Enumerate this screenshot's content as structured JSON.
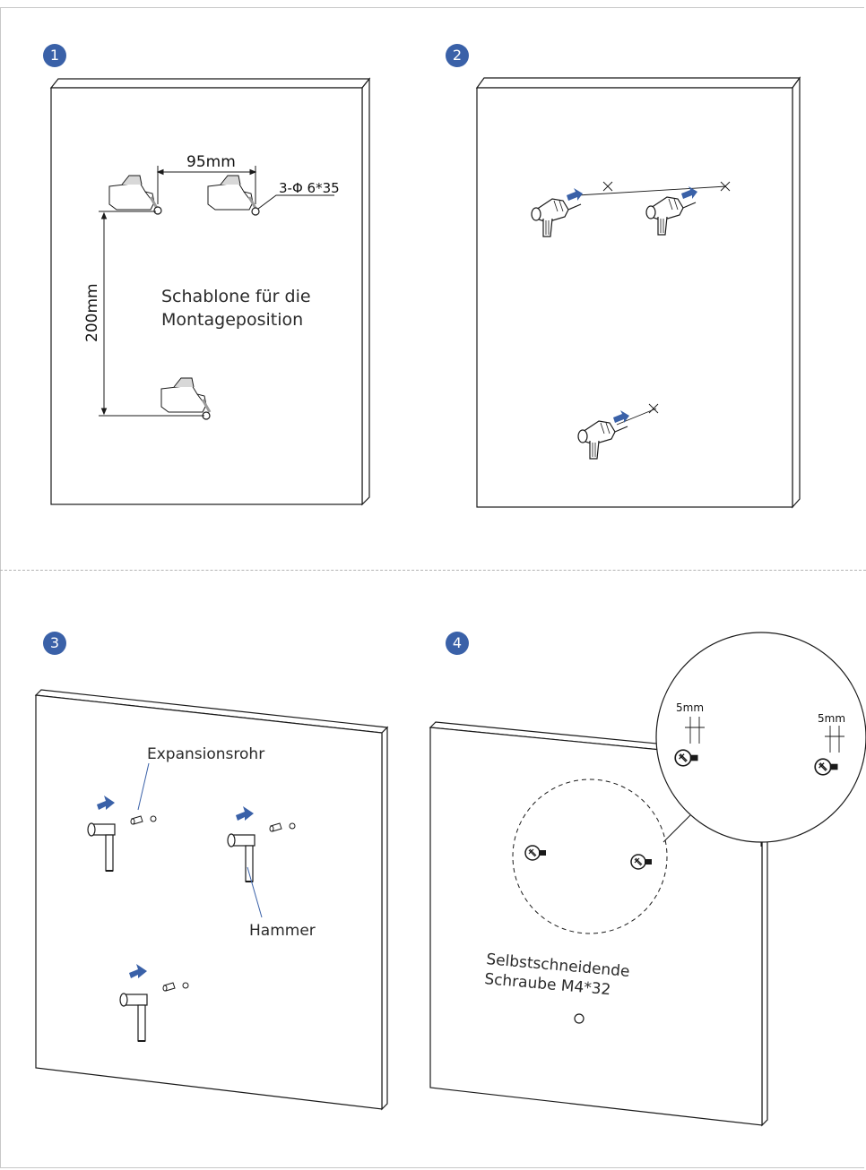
{
  "steps": [
    {
      "number": "1",
      "labels": {
        "width_dim": "95mm",
        "height_dim": "200mm",
        "hole_spec": "3-Φ 6*35",
        "template_line1": "Schablone für die",
        "template_line2": "Montageposition"
      }
    },
    {
      "number": "2"
    },
    {
      "number": "3",
      "labels": {
        "expansion": "Expansionsrohr",
        "hammer": "Hammer"
      }
    },
    {
      "number": "4",
      "labels": {
        "gap_left": "5mm",
        "gap_right": "5mm",
        "screw_line1": "Selbstschneidende",
        "screw_line2": "Schraube M4*32"
      }
    }
  ],
  "colors": {
    "badge": "#3a61a8",
    "arrow": "#3a61a8",
    "line": "#1a1a1a"
  },
  "icons": [
    "hand-with-pencil-icon",
    "drill-icon",
    "hammer-icon",
    "expansion-tube-icon",
    "screw-icon",
    "arrow-icon"
  ]
}
